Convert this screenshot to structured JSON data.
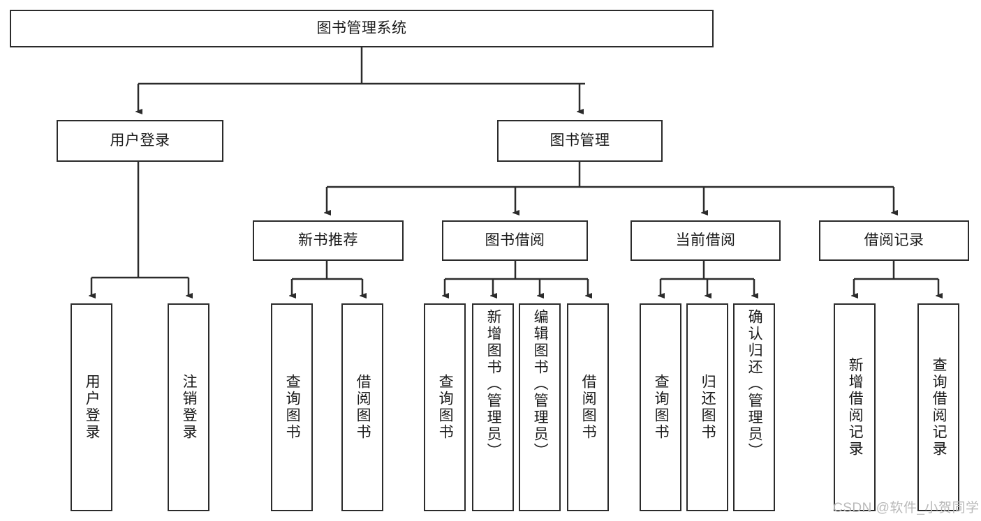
{
  "diagram": {
    "type": "hierarchy-tree",
    "title": "图书管理系统",
    "root": {
      "id": "root",
      "label": "图书管理系统"
    },
    "level2": [
      {
        "id": "user-login",
        "label": "用户登录"
      },
      {
        "id": "book-manage",
        "label": "图书管理"
      }
    ],
    "level3": [
      {
        "id": "new-book-recommend",
        "label": "新书推荐",
        "parent": "book-manage"
      },
      {
        "id": "book-borrow",
        "label": "图书借阅",
        "parent": "book-manage"
      },
      {
        "id": "current-borrow",
        "label": "当前借阅",
        "parent": "book-manage"
      },
      {
        "id": "borrow-record",
        "label": "借阅记录",
        "parent": "book-manage"
      }
    ],
    "leaves": {
      "user_login": [
        {
          "id": "leaf-user-login",
          "label": "用户登录"
        },
        {
          "id": "leaf-user-logout",
          "label": "注销登录"
        }
      ],
      "new_book_recommend": [
        {
          "id": "leaf-query-book-1",
          "label": "查询图书"
        },
        {
          "id": "leaf-borrow-book-1",
          "label": "借阅图书"
        }
      ],
      "book_borrow": [
        {
          "id": "leaf-query-book-2",
          "label": "查询图书"
        },
        {
          "id": "leaf-add-book",
          "label": "新增图书（管理员）"
        },
        {
          "id": "leaf-edit-book",
          "label": "编辑图书（管理员）"
        },
        {
          "id": "leaf-borrow-book-2",
          "label": "借阅图书"
        }
      ],
      "current_borrow": [
        {
          "id": "leaf-query-book-3",
          "label": "查询图书"
        },
        {
          "id": "leaf-return-book",
          "label": "归还图书"
        },
        {
          "id": "leaf-confirm-return",
          "label": "确认归还（管理员）"
        }
      ],
      "borrow_record": [
        {
          "id": "leaf-add-record",
          "label": "新增借阅记录"
        },
        {
          "id": "leaf-query-record",
          "label": "查询借阅记录"
        }
      ]
    },
    "watermark": "CSDN @软件_小贺同学",
    "colors": {
      "border": "#2b2b2b",
      "background": "#ffffff",
      "text": "#1a1a1a",
      "watermark": "#b9b9b9",
      "connector": "#2b2b2b"
    }
  }
}
